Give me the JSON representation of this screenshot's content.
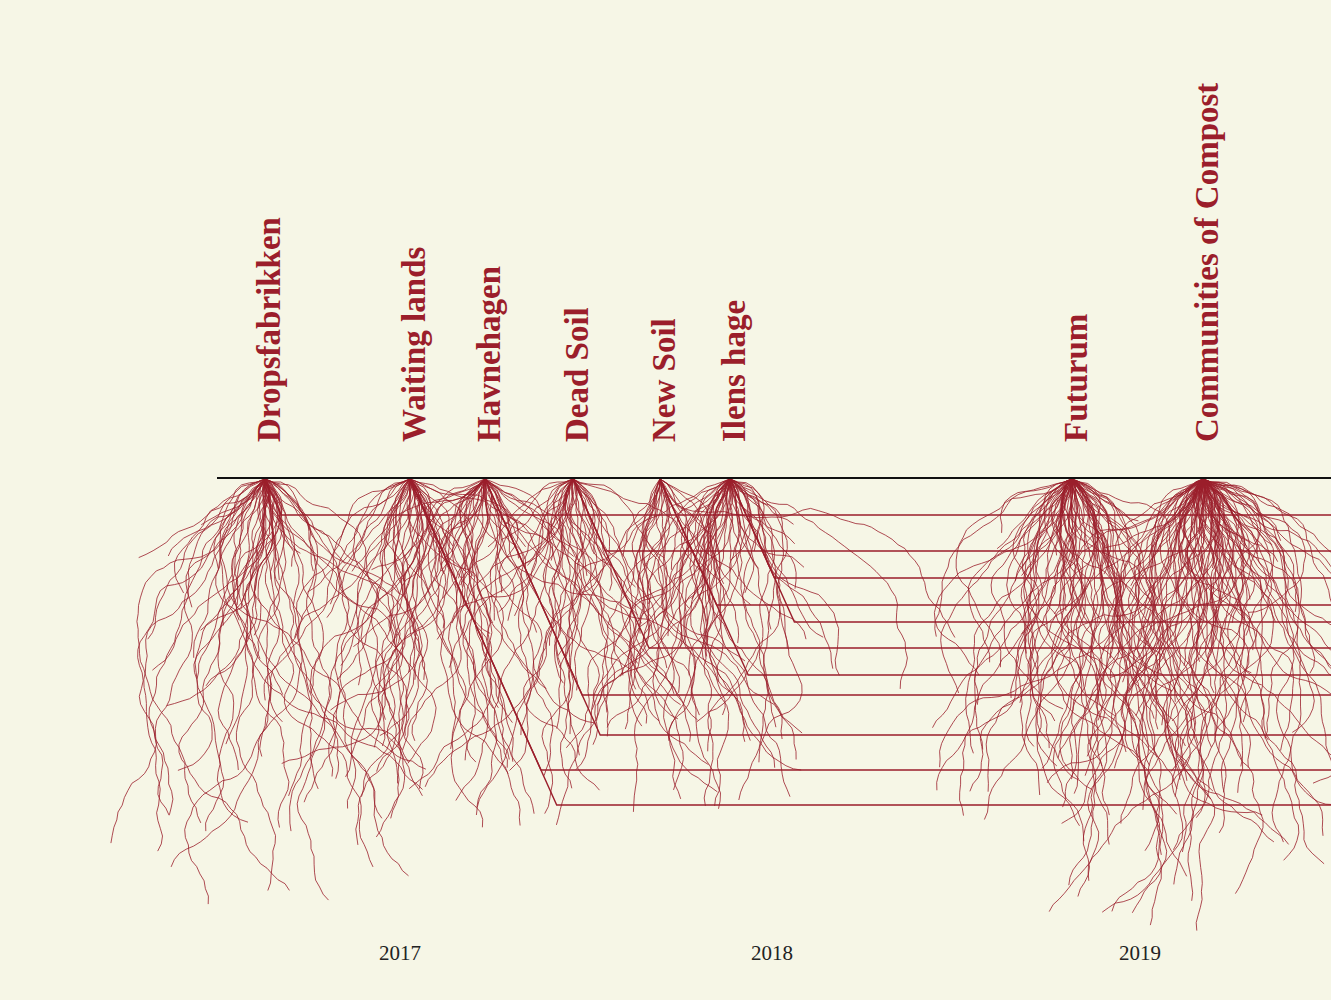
{
  "diagram": {
    "labels": [
      "Dropsfabrikken",
      "Waiting lands",
      "Havnehagen",
      "Dead Soil",
      "New Soil",
      "Ilens hage",
      "Futurum",
      "Communities of Compost",
      "2017",
      "2018",
      "2019"
    ]
  }
}
